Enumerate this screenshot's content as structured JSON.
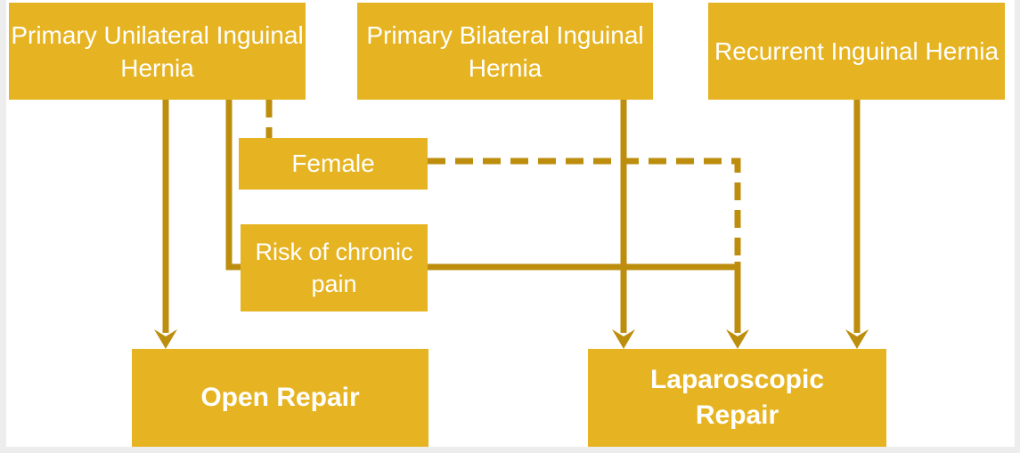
{
  "diagram": {
    "type": "flowchart",
    "colors": {
      "node_fill": "#e6b422",
      "node_text": "#ffffff",
      "connector": "#bd8e0e",
      "page_edge": "#ededed",
      "background": "#ffffff"
    },
    "nodes": {
      "primary_unilateral": {
        "label": "Primary Unilateral Inguinal Hernia"
      },
      "primary_bilateral": {
        "label": "Primary Bilateral Inguinal Hernia"
      },
      "recurrent": {
        "label": "Recurrent Inguinal Hernia"
      },
      "female": {
        "label": "Female"
      },
      "chronic_pain": {
        "label": "Risk of chronic pain"
      },
      "open_repair": {
        "label": "Open Repair"
      },
      "laparoscopic_repair": {
        "label": "Laparoscopic Repair"
      }
    },
    "edges": [
      {
        "from": "primary_unilateral",
        "to": "open_repair",
        "style": "solid",
        "arrowhead": true
      },
      {
        "from": "primary_unilateral",
        "to": "chronic_pain",
        "style": "solid",
        "arrowhead": false
      },
      {
        "from": "primary_unilateral",
        "to": "female",
        "style": "dashed",
        "arrowhead": false
      },
      {
        "from": "female",
        "to": "laparoscopic_repair",
        "style": "dashed",
        "arrowhead": true
      },
      {
        "from": "chronic_pain",
        "to": "laparoscopic_repair",
        "style": "solid",
        "arrowhead": true
      },
      {
        "from": "primary_bilateral",
        "to": "laparoscopic_repair",
        "style": "solid",
        "arrowhead": true
      },
      {
        "from": "recurrent",
        "to": "laparoscopic_repair",
        "style": "solid",
        "arrowhead": true
      }
    ]
  }
}
